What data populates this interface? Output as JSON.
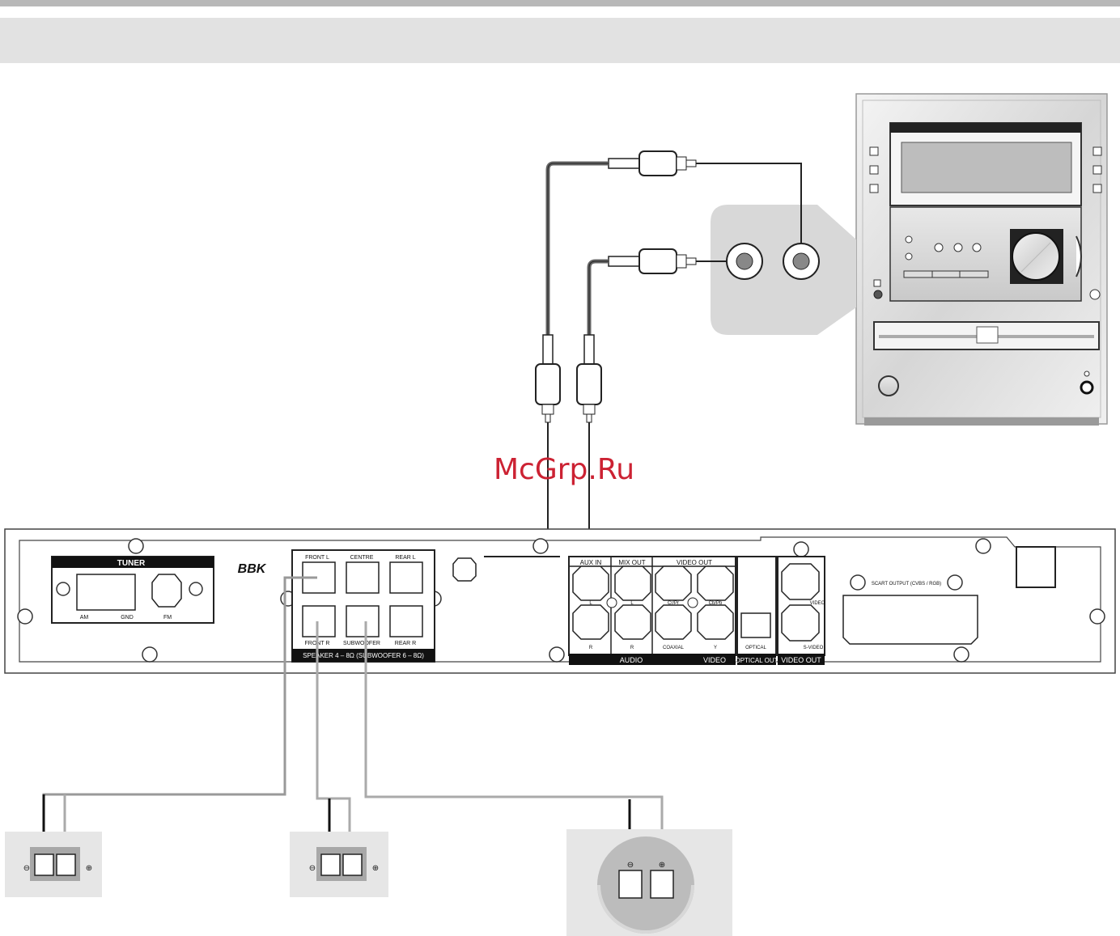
{
  "watermark": "McGrp.Ru",
  "brand_logo": "BBK",
  "tuner": {
    "title": "TUNER",
    "am": "AM",
    "gnd": "GND",
    "fm": "FM"
  },
  "speaker_block": {
    "front_l": "FRONT L",
    "centre": "CENTRE",
    "rear_l": "REAR L",
    "front_r": "FRONT R",
    "subwoofer": "SUBWOOFER",
    "rear_r": "REAR R",
    "footer": "SPEAKER 4 – 8Ω (SUBWOOFER 6 – 8Ω)"
  },
  "audio_block": {
    "aux_in": "AUX IN",
    "mix_out": "MIX OUT",
    "video_out": "VIDEO OUT",
    "l": "L",
    "r": "R",
    "cr_pr": "Cr/Pr",
    "cb_pb": "Cb/Pb",
    "coaxial": "COAXIAL",
    "y": "Y",
    "optical": "OPTICAL",
    "video": "VIDEO",
    "s_video": "S-VIDEO",
    "audio_footer": "AUDIO",
    "video_footer": "VIDEO",
    "optical_footer": "OPTICAL OUT",
    "video_out_footer": "VIDEO OUT"
  },
  "scart": {
    "label": "SCART OUTPUT (CVBS / RGB)"
  },
  "speaker_terminals": {
    "minus": "⊖",
    "plus": "⊕"
  },
  "colors": {
    "header_band": "#e2e2e2",
    "top_bar": "#b8b8b8",
    "watermark": "#cc2233",
    "cable_dark": "#222222",
    "cable_light": "#aaaaaa"
  }
}
